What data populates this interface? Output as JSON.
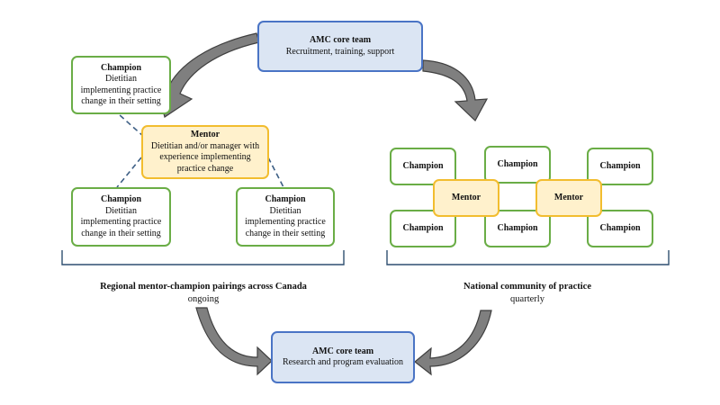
{
  "top_core": {
    "title": "AMC core team",
    "subtitle": "Recruitment, training, support"
  },
  "bottom_core": {
    "title": "AMC core team",
    "subtitle": "Research and program evaluation"
  },
  "regional": {
    "mentor": {
      "title": "Mentor",
      "lines": [
        "Dietitian and/or manager with",
        "experience implementing",
        "practice change"
      ]
    },
    "champion_top": {
      "title": "Champion",
      "lines": [
        "Dietitian",
        "implementing practice",
        "change in their setting"
      ]
    },
    "champion_left": {
      "title": "Champion",
      "lines": [
        "Dietitian",
        "implementing practice",
        "change in their setting"
      ]
    },
    "champion_right": {
      "title": "Champion",
      "lines": [
        "Dietitian",
        "implementing practice",
        "change in their setting"
      ]
    },
    "caption_title": "Regional mentor-champion pairings across Canada",
    "caption_sub": "ongoing"
  },
  "national": {
    "champion_label": "Champion",
    "mentor_label": "Mentor",
    "caption_title": "National community of practice",
    "caption_sub": "quarterly"
  },
  "colors": {
    "core_fill": "#dbe5f3",
    "core_border": "#4a74c5",
    "champion_border": "#6aad46",
    "mentor_fill": "#fff1cc",
    "mentor_border": "#f2bd2f",
    "arrow": "#7f7f7f"
  }
}
